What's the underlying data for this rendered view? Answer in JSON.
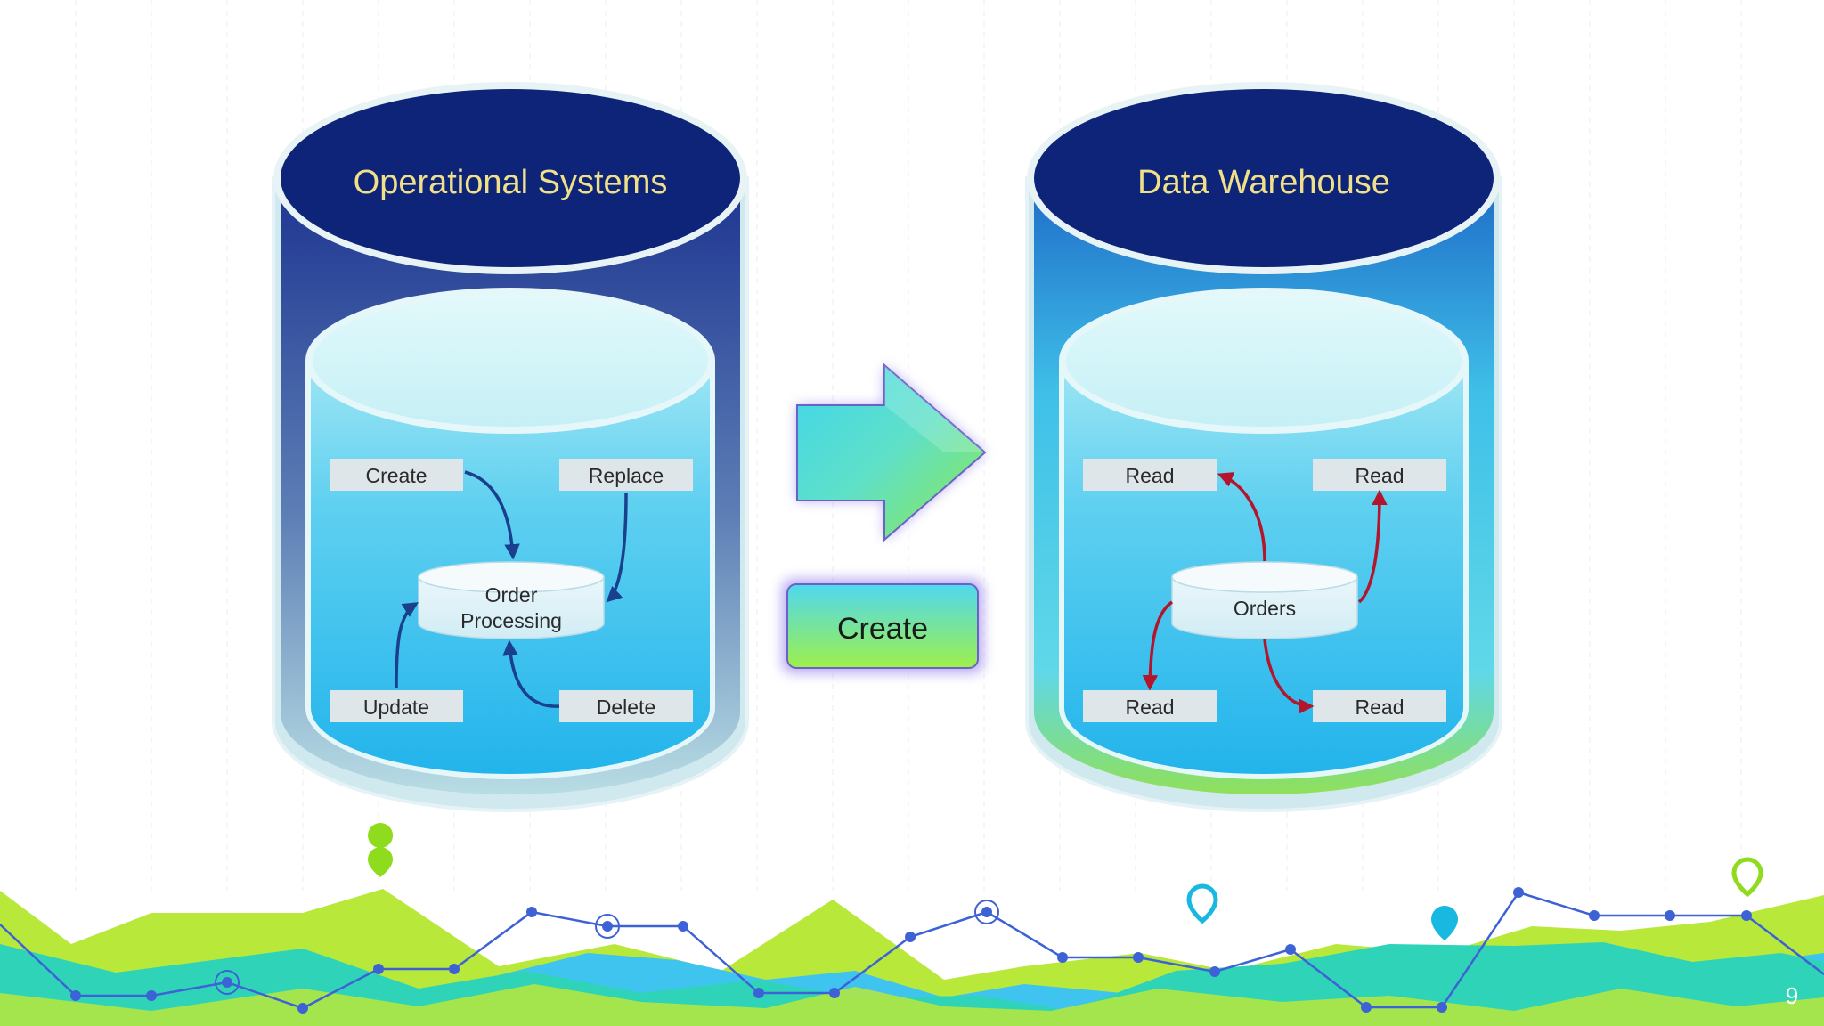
{
  "left_cylinder": {
    "title": "Operational Systems",
    "center_label_line1": "Order",
    "center_label_line2": "Processing",
    "boxes": {
      "top_left": "Create",
      "top_right": "Replace",
      "bottom_left": "Update",
      "bottom_right": "Delete"
    }
  },
  "arrow_label": "Create",
  "right_cylinder": {
    "title": "Data Warehouse",
    "center_label": "Orders",
    "boxes": {
      "top_left": "Read",
      "top_right": "Read",
      "bottom_left": "Read",
      "bottom_right": "Read"
    }
  },
  "page_number": "9",
  "colors": {
    "title_text": "#f0e08a",
    "cylinder_cap": "#0e2478",
    "left_arrows": "#1a3f8c",
    "right_arrows": "#b3162c",
    "wave_green": "#b8e83a",
    "wave_teal": "#2fd4b8",
    "wave_blue": "#3fc4f0",
    "line_blue": "#3d62d6"
  }
}
